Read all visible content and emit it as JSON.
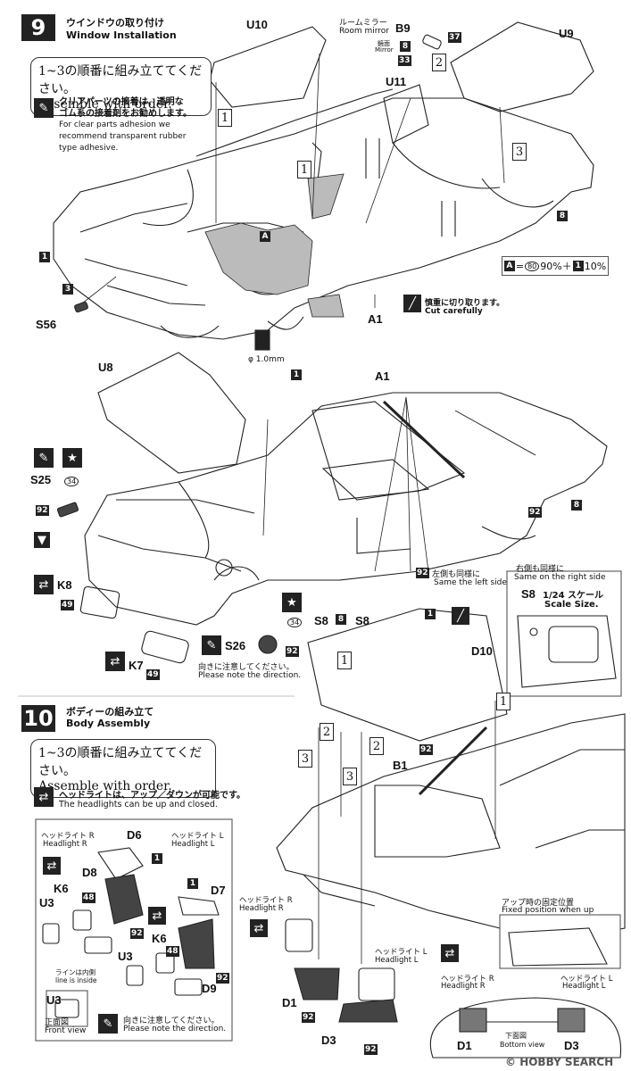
{
  "step9": {
    "number": "9",
    "title_jp": "ウインドウの取り付け",
    "title_en": "Window Installation",
    "order_jp": "1~3の順番に組み立ててください。",
    "order_en": "Assemble with order.",
    "adhesive_jp_1": "クリアパーツの接着は、透明な",
    "adhesive_jp_2": "ゴム系の接着剤をお勧めします。",
    "adhesive_en_1": "For clear parts adhesion we",
    "adhesive_en_2": "recommend transparent rubber",
    "adhesive_en_3": "type adhesive.",
    "mirror_jp": "ルームミラー",
    "mirror_en": "Room mirror",
    "mirror_face_jp": "鏡面",
    "mirror_face_en": "Mirror",
    "cut_jp": "慎重に切り取ります。",
    "cut_en": "Cut carefully",
    "drill_size": "φ 1.0mm",
    "mix_A": "A",
    "mix_80": "80",
    "mix_80_pct": "90%＋",
    "mix_1": "1",
    "mix_1_pct": "10%",
    "same_left_jp": "左側も同様に",
    "same_left_en": "Same the left side",
    "same_right_jp": "右側も同様に",
    "same_right_en": "Same on the right side",
    "scale_jp": "1/24 スケール",
    "scale_en": "Scale Size.",
    "direction_jp": "向きに注意してください。",
    "direction_en": "Please note the direction."
  },
  "step10": {
    "number": "10",
    "title_jp": "ボディーの組み立て",
    "title_en": "Body Assembly",
    "order_jp": "1~3の順番に組み立ててください。",
    "order_en": "Assemble with order.",
    "headlight_jp": "ヘッドライトは、アップ／ダウンが可能です。",
    "headlight_en": "The headlights can be up and closed.",
    "headlight_r_jp": "ヘッドライト R",
    "headlight_r_en": "Headlight R",
    "headlight_l_jp": "ヘッドライト L",
    "headlight_l_en": "Headlight L",
    "line_inside_jp": "ラインは内側",
    "line_inside_en": "line is inside",
    "front_view_jp": "正面図",
    "front_view_en": "Front view",
    "direction_jp": "向きに注意してください。",
    "direction_en": "Please note the direction.",
    "fixed_jp": "アップ時の固定位置",
    "fixed_en": "Fixed position when up",
    "bottom_jp": "下面図",
    "bottom_en": "Bottom view"
  },
  "labels": {
    "U10": "U10",
    "U11": "U11",
    "U9": "U9",
    "U8": "U8",
    "B9": "B9",
    "A1": "A1",
    "S56": "S56",
    "S25": "S25",
    "K8": "K8",
    "K7": "K7",
    "S26": "S26",
    "S8": "S8",
    "D10": "D10",
    "B1": "B1",
    "D6": "D6",
    "D7": "D7",
    "D8": "D8",
    "D9": "D9",
    "K6": "K6",
    "U3": "U3",
    "D1": "D1",
    "D3": "D3",
    "A": "A"
  },
  "tags": {
    "t1": "1",
    "t3": "3",
    "t8": "8",
    "t33": "33",
    "t37": "37",
    "t92": "92",
    "t49": "49",
    "t48": "48",
    "t34": "34"
  },
  "steps": {
    "s1": "1",
    "s2": "2",
    "s3": "3"
  },
  "watermark": "HOBBY SEARCH",
  "copyright": "©"
}
